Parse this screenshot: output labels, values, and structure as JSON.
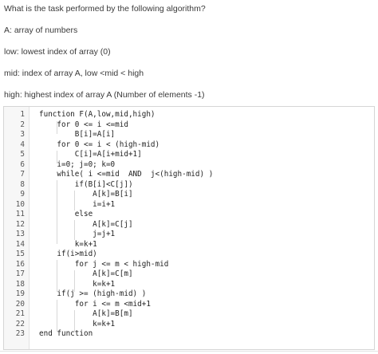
{
  "question": {
    "title": "What is the task performed by the following algorithm?",
    "lines": [
      "A: array of numbers",
      "low: lowest index of array (0)",
      "mid: index of array A, low <mid < high",
      "high: highest index of array A (Number of elements -1)"
    ]
  },
  "code": {
    "lines": [
      {
        "num": "1",
        "text": "function F(A,low,mid,high)"
      },
      {
        "num": "2",
        "text": "    for 0 <= i <=mid"
      },
      {
        "num": "3",
        "text": "        B[i]=A[i]"
      },
      {
        "num": "4",
        "text": "    for 0 <= i < (high-mid)"
      },
      {
        "num": "5",
        "text": "        C[i]=A[i+mid+1]"
      },
      {
        "num": "6",
        "text": "    i=0; j=0; k=0"
      },
      {
        "num": "7",
        "text": "    while( i <=mid  AND  j<(high-mid) )"
      },
      {
        "num": "8",
        "text": "        if(B[i]<C[j])"
      },
      {
        "num": "9",
        "text": "            A[k]=B[i]"
      },
      {
        "num": "10",
        "text": "            i=i+1"
      },
      {
        "num": "11",
        "text": "        else"
      },
      {
        "num": "12",
        "text": "            A[k]=C[j]"
      },
      {
        "num": "13",
        "text": "            j=j+1"
      },
      {
        "num": "14",
        "text": "        k=k+1"
      },
      {
        "num": "15",
        "text": "    if(i>mid)"
      },
      {
        "num": "16",
        "text": "        for j <= m < high-mid"
      },
      {
        "num": "17",
        "text": "            A[k]=C[m]"
      },
      {
        "num": "18",
        "text": "            k=k+1"
      },
      {
        "num": "19",
        "text": "    if(j >= (high-mid) )"
      },
      {
        "num": "20",
        "text": "        for i <= m <mid+1"
      },
      {
        "num": "21",
        "text": "            A[k]=B[m]"
      },
      {
        "num": "22",
        "text": "            k=k+1"
      },
      {
        "num": "23",
        "text": "end function"
      }
    ]
  }
}
